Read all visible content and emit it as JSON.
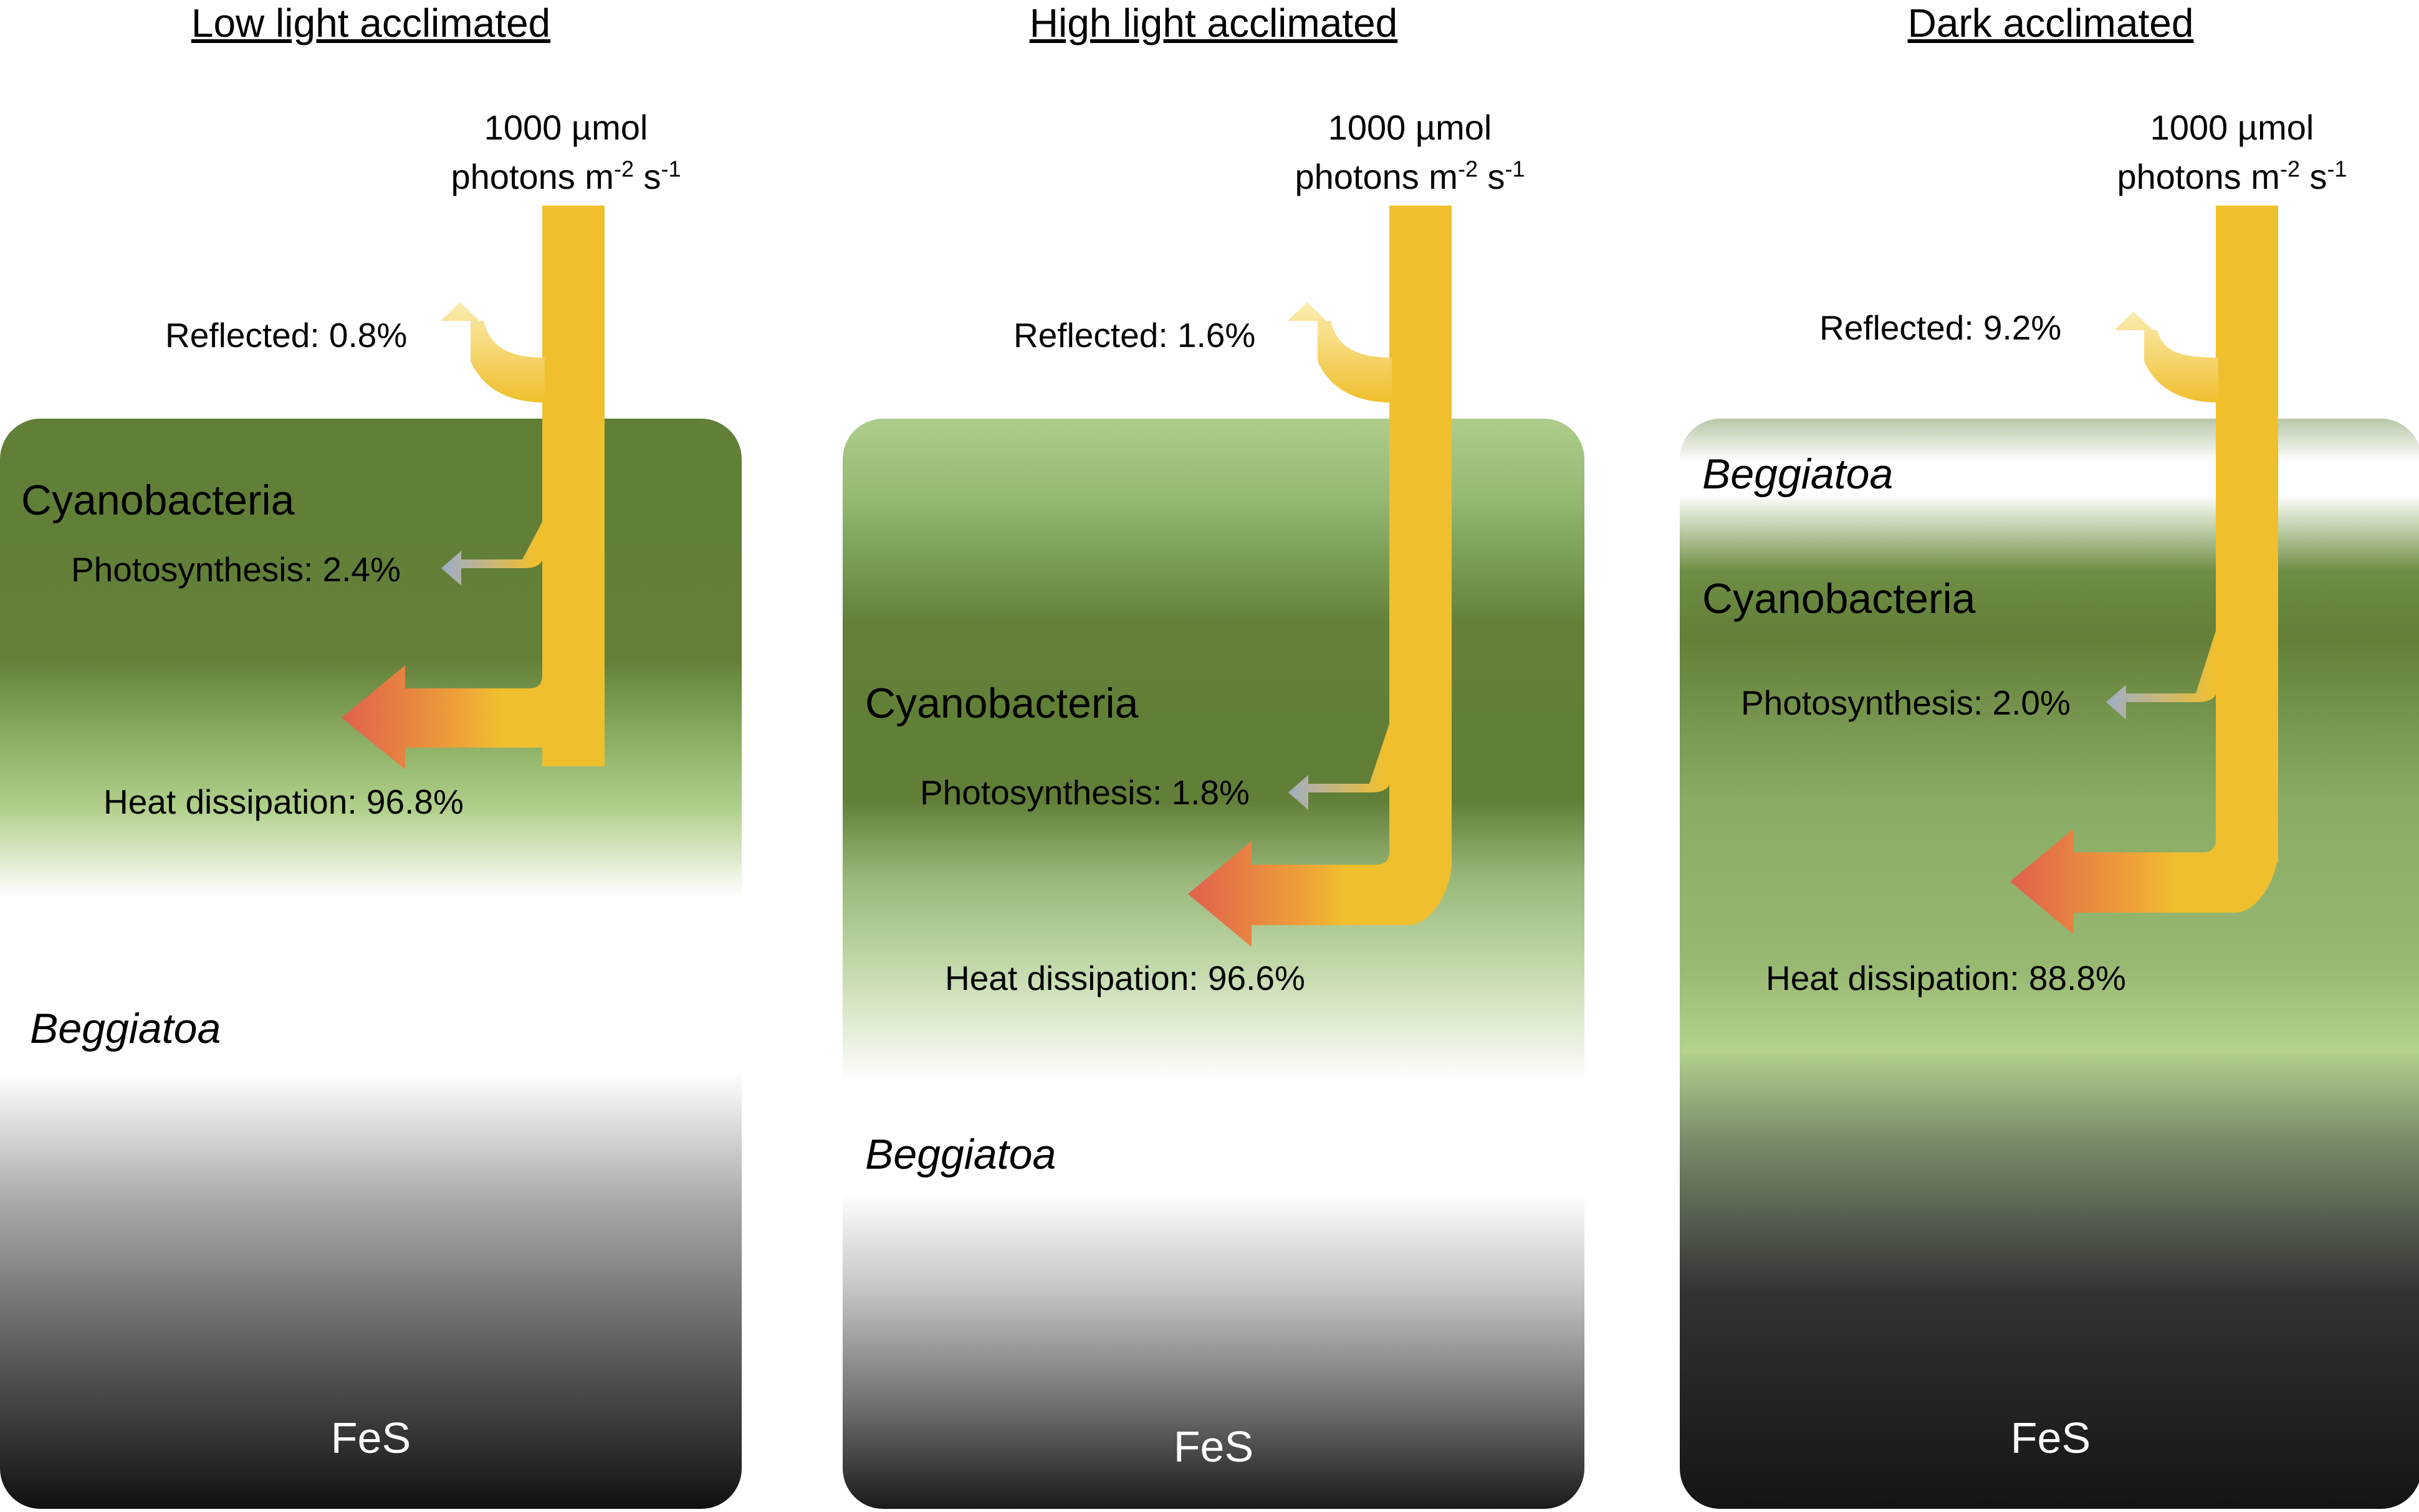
{
  "panels": [
    {
      "title": "Low light acclimated",
      "light_value": "1000 µmol",
      "light_unit_prefix": "photons m",
      "light_exp1": "-2",
      "light_unit_mid": " s",
      "light_exp2": "-1",
      "reflected": "Reflected: 0.8%",
      "photosynthesis": "Photosynthesis: 2.4%",
      "heat": "Heat dissipation: 96.8%",
      "organism_top": "Cyanobacteria",
      "organism_bottom": "Beggiatoa",
      "sediment": "FeS"
    },
    {
      "title": "High light acclimated",
      "light_value": "1000 µmol",
      "light_unit_prefix": "photons m",
      "light_exp1": "-2",
      "light_unit_mid": " s",
      "light_exp2": "-1",
      "reflected": "Reflected: 1.6%",
      "photosynthesis": "Photosynthesis: 1.8%",
      "heat": "Heat dissipation: 96.6%",
      "organism_top": "Cyanobacteria",
      "organism_bottom": "Beggiatoa",
      "sediment": "FeS"
    },
    {
      "title": "Dark acclimated",
      "light_value": "1000 µmol",
      "light_unit_prefix": "photons m",
      "light_exp1": "-2",
      "light_unit_mid": " s",
      "light_exp2": "-1",
      "reflected": "Reflected: 9.2%",
      "photosynthesis": "Photosynthesis: 2.0%",
      "heat": "Heat dissipation: 88.8%",
      "organism_top": "Beggiatoa",
      "organism_bottom": "Cyanobacteria",
      "sediment": "FeS"
    }
  ],
  "colors": {
    "light_flow": "#f0bf2e",
    "heat_arrow_tip": "#e0604c",
    "photosynthesis_arrow_tip": "#a0aec6",
    "reflected_arrow_tip": "#fbeeb6",
    "cyanobacteria_layer": "#637f38",
    "sediment": "#111111"
  }
}
